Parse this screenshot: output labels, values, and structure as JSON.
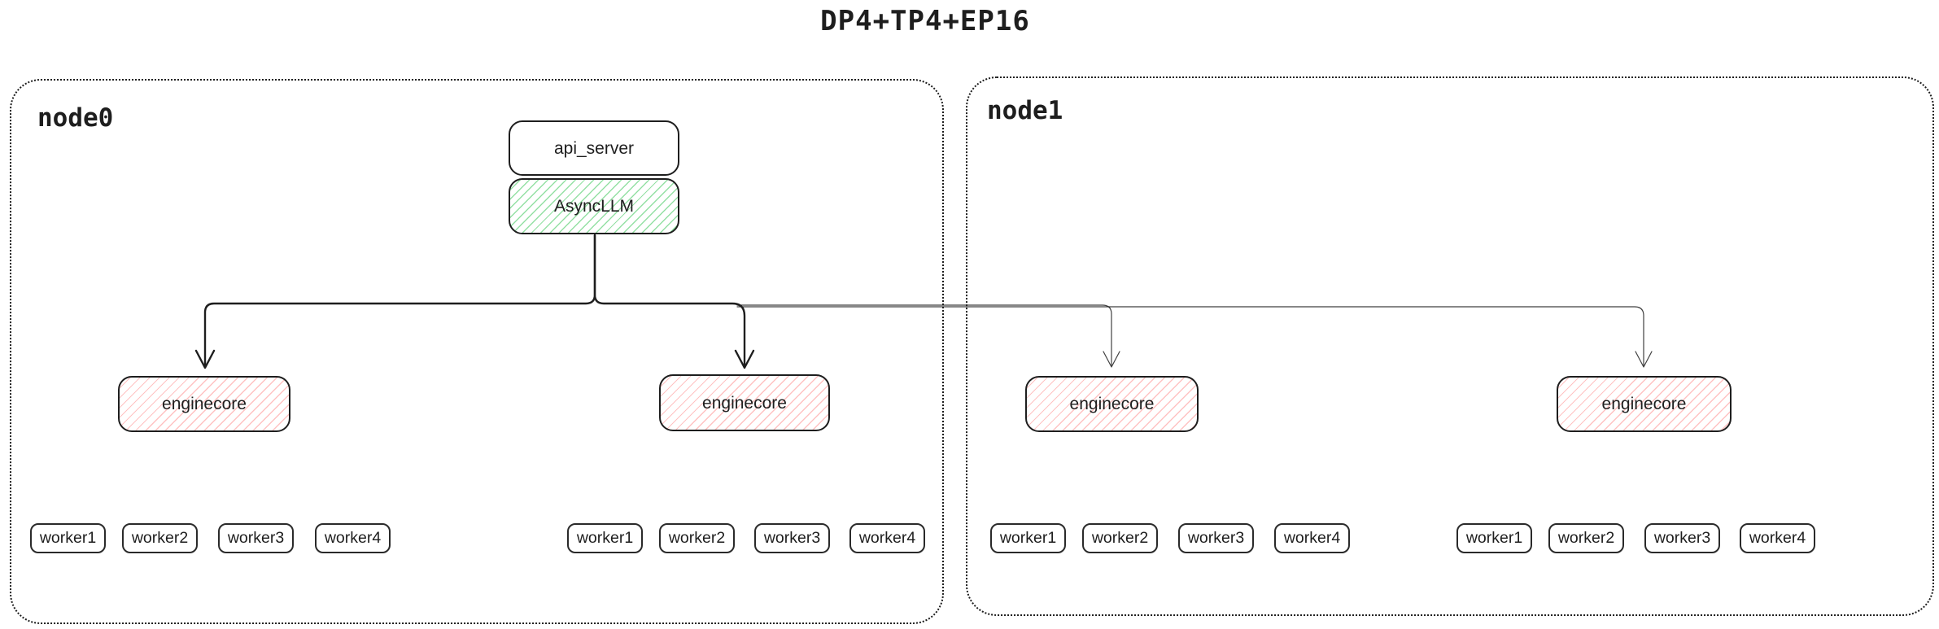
{
  "title": "DP4+TP4+EP16",
  "nodes": [
    {
      "label": "node0"
    },
    {
      "label": "node1"
    }
  ],
  "stack": {
    "api_server_label": "api_server",
    "async_llm_label": "AsyncLLM"
  },
  "enginecores": [
    {
      "label": "enginecore"
    },
    {
      "label": "enginecore"
    },
    {
      "label": "enginecore"
    },
    {
      "label": "enginecore"
    }
  ],
  "worker_groups": [
    [
      "worker1",
      "worker2",
      "worker3",
      "worker4"
    ],
    [
      "worker1",
      "worker2",
      "worker3",
      "worker4"
    ],
    [
      "worker1",
      "worker2",
      "worker3",
      "worker4"
    ],
    [
      "worker1",
      "worker2",
      "worker3",
      "worker4"
    ]
  ],
  "colors": {
    "stroke": "#1e1e1e",
    "green_hatch": "#94e0a4",
    "red_hatch": "#ffc2c2"
  }
}
